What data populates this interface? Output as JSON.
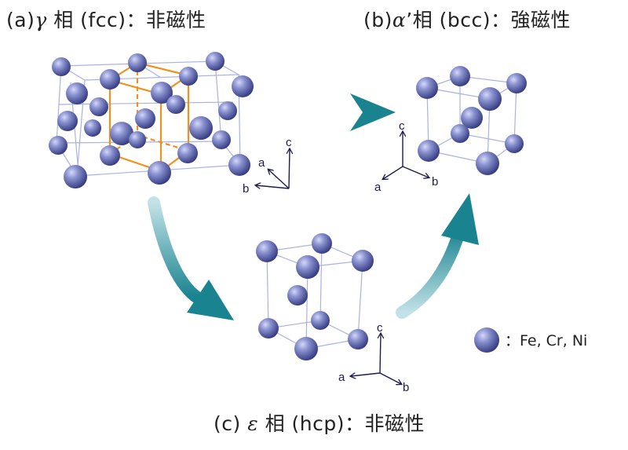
{
  "titles": {
    "a": {
      "prefix": "(a)",
      "greek": "γ",
      "suffix": "相 (fcc)：非磁性"
    },
    "b": {
      "prefix": "(b)",
      "greek": "α",
      "suffix": "’相 (bcc)：強磁性"
    },
    "c": {
      "prefix": "(c)",
      "greek": "ε",
      "suffix": "相 (hcp)：非磁性"
    }
  },
  "legend": {
    "label": "：Fe, Cr, Ni"
  },
  "axes": {
    "a": "a",
    "b": "b",
    "c": "c"
  },
  "colors": {
    "atom_light": "#c3c8f0",
    "atom_mid": "#7078c0",
    "atom_dark": "#2a307a",
    "lattice_line": "#aab2e0",
    "highlight_cell": "#f0901e",
    "arrow_start": "#b8dde3",
    "arrow_end": "#1c8490",
    "axis": "#1c1c4c"
  }
}
